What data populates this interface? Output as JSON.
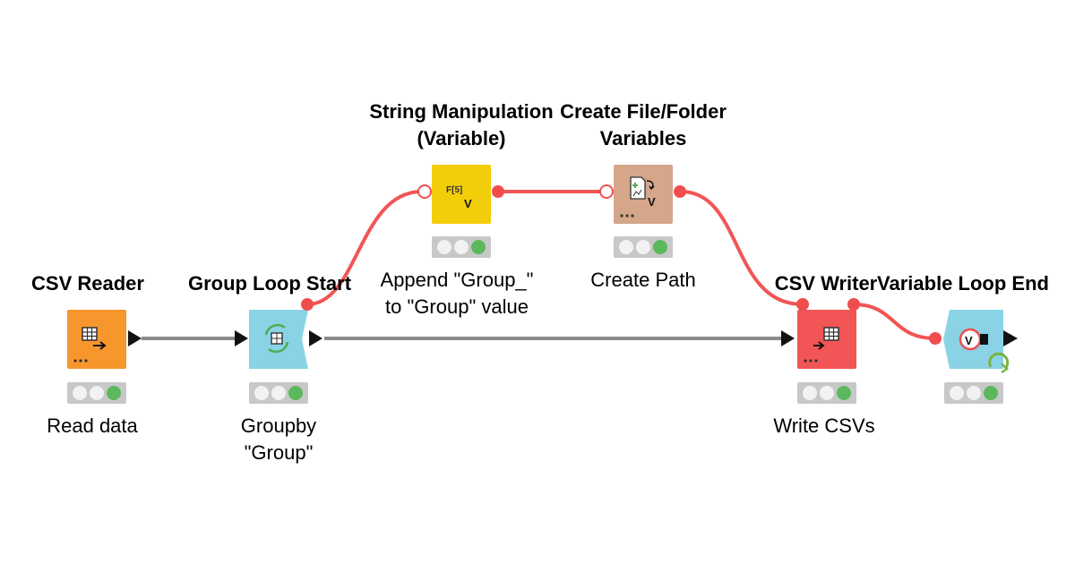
{
  "colors": {
    "data_edge": "#8a8a8a",
    "variable_edge": "#f25555",
    "port_red": "#f04e4e",
    "port_black": "#111111",
    "status_bar": "#c8c8c8",
    "status_green": "#5cb85c",
    "csv_reader": "#f7962d",
    "loop_start": "#8ad3e6",
    "string_manip": "#f2cd0a",
    "create_path": "#d5a68a",
    "csv_writer": "#f25555",
    "loop_end": "#8ad3e6"
  },
  "nodes": [
    {
      "id": "csv-reader",
      "title": "CSV Reader",
      "description": "Read data",
      "icon": "table-arrow-icon",
      "status": "executed"
    },
    {
      "id": "group-loop-start",
      "title": "Group Loop Start",
      "description": "Groupby\n\"Group\"",
      "icon": "loop-cycle-icon",
      "status": "executed"
    },
    {
      "id": "string-manipulation",
      "title": "String Manipulation\n(Variable)",
      "description": "Append \"Group_\"\nto \"Group\" value",
      "icon": "function-icon",
      "icon_text": "F[5]",
      "icon_sub": "V",
      "status": "executed"
    },
    {
      "id": "create-path",
      "title": "Create File/Folder\nVariables",
      "description": "Create Path",
      "icon": "file-variable-icon",
      "icon_sub": "V",
      "status": "executed"
    },
    {
      "id": "csv-writer",
      "title": "CSV Writer",
      "description": "Write CSVs",
      "icon": "table-arrow-icon",
      "status": "executed"
    },
    {
      "id": "variable-loop-end",
      "title": "Variable Loop End",
      "description": "",
      "icon": "loop-end-icon",
      "icon_sub": "V",
      "status": "executed"
    }
  ]
}
